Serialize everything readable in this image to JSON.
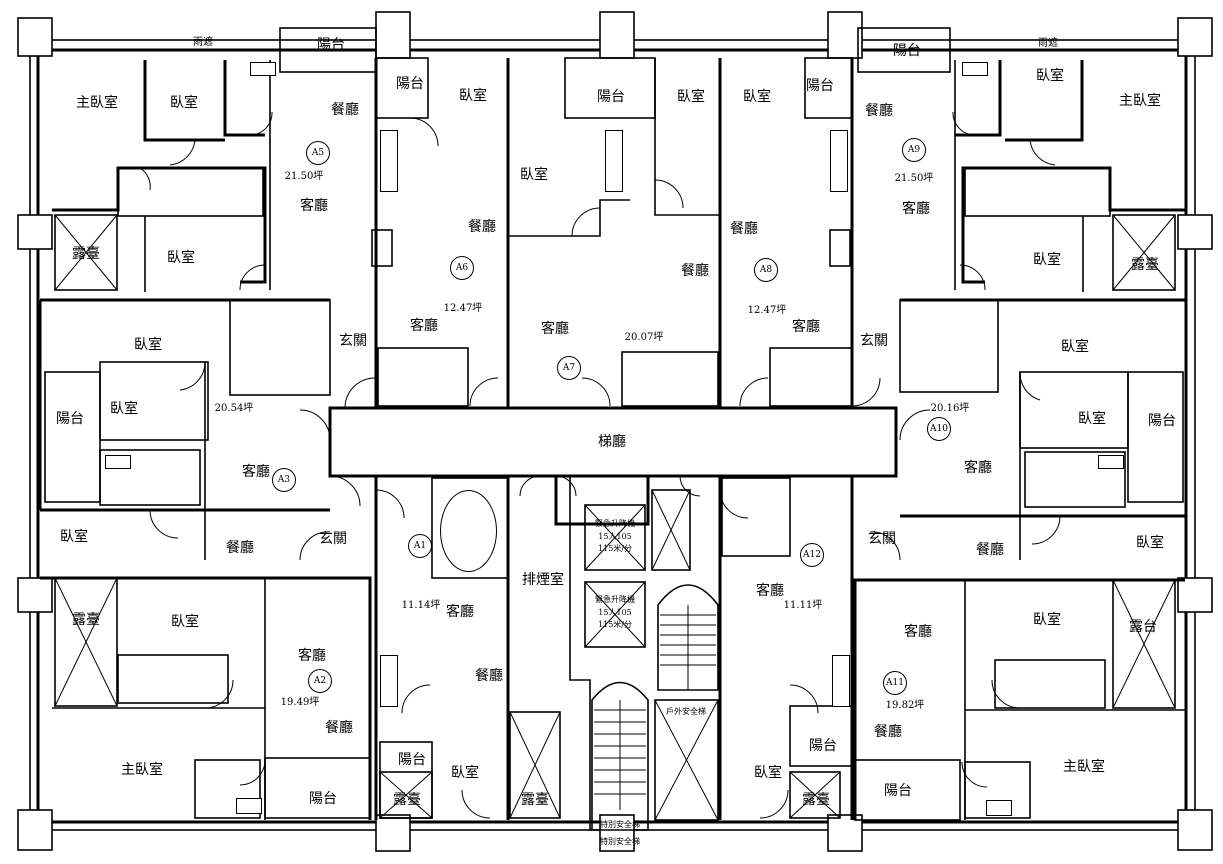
{
  "rooms": {
    "master_bedroom": "主臥室",
    "bedroom": "臥室",
    "living": "客廳",
    "dining": "餐廳",
    "balcony": "陽台",
    "terrace": "露臺",
    "terrace_alt": "露台",
    "foyer": "玄關",
    "lobby": "梯廳",
    "smoke": "排煙室",
    "canopy": "雨遮"
  },
  "units": {
    "A1": {
      "code": "A1",
      "area": "11.14坪"
    },
    "A2": {
      "code": "A2",
      "area": "19.49坪"
    },
    "A3": {
      "code": "A3",
      "area": "20.54坪"
    },
    "A5": {
      "code": "A5",
      "area": "21.50坪"
    },
    "A6": {
      "code": "A6",
      "area": "12.47坪"
    },
    "A7": {
      "code": "A7",
      "area": "20.07坪"
    },
    "A8": {
      "code": "A8",
      "area": "12.47坪"
    },
    "A9": {
      "code": "A9",
      "area": "21.50坪"
    },
    "A10": {
      "code": "A10",
      "area": "20.16坪"
    },
    "A11": {
      "code": "A11",
      "area": "19.82坪"
    },
    "A12": {
      "code": "A12",
      "area": "11.11坪"
    }
  },
  "core": {
    "elevator1": "緊急升降機",
    "elevator2": "緊急升降機",
    "elevator_spec": "15人105",
    "elevator_sub": "115米/分",
    "stair_note": "戶外安全梯",
    "stair_bottom": "特別安全梯",
    "stair_bottom2": "特別安全梯"
  }
}
